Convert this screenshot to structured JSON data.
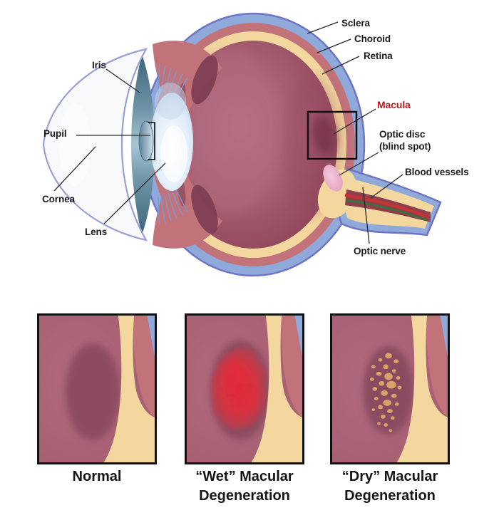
{
  "diagram": {
    "labels": {
      "sclera": "Sclera",
      "choroid": "Choroid",
      "retina": "Retina",
      "macula": "Macula",
      "optic_disc_line1": "Optic disc",
      "optic_disc_line2": "(blind spot)",
      "blood_vessels": "Blood vessels",
      "optic_nerve": "Optic nerve",
      "iris": "Iris",
      "pupil": "Pupil",
      "cornea": "Cornea",
      "lens": "Lens"
    }
  },
  "panels": [
    {
      "id": "normal",
      "caption_line1": "Normal",
      "caption_line2": ""
    },
    {
      "id": "wet",
      "caption_line1": "“Wet” Macular",
      "caption_line2": "Degeneration"
    },
    {
      "id": "dry",
      "caption_line1": "“Dry” Macular",
      "caption_line2": "Degeneration"
    }
  ],
  "colors": {
    "background": "#ffffff",
    "label_text": "#1b1b1b",
    "macula_label": "#b5191f",
    "panel_border": "#111111",
    "sclera_blue": "#8fa9da",
    "sclera_outline": "#6f74c4",
    "choroid_red": "#c2737a",
    "retina_cream": "#f3d79f",
    "interior_center": "#b26e80",
    "interior_mid": "#a55c6f",
    "interior_edge": "#8e4359",
    "macula_dark": "#7d3a50",
    "optic_disc_pink": "#e5a0bf",
    "optic_disc_light": "#f4cadd",
    "nerve_band_maroon": "#8c3f4c",
    "vessel_red": "#c53434",
    "vessel_green": "#2a7a35",
    "iris_dark": "#3f6579",
    "iris_mid": "#6d93a6",
    "iris_light": "#a9c6d3",
    "lens_core": "#fbfdff",
    "lens_light": "#e2edf9",
    "lens_edge": "#bed3ea",
    "pupil_dark": "#5f8098",
    "pupil_light": "#cfe2ee",
    "cornea_outline": "#9aa0d6",
    "ciliary_dark": "#7b3c52",
    "fiber_blue": "#7a98cf",
    "leader_line": "#2a2a2a",
    "panel_base": "#a55c6f",
    "panel_base_light": "#b06a7e",
    "panel_oval": "#8d4c61",
    "wet_red": "#d93340",
    "wet_red_bright": "#e22b3a",
    "drusen_tan": "#d9a368"
  }
}
